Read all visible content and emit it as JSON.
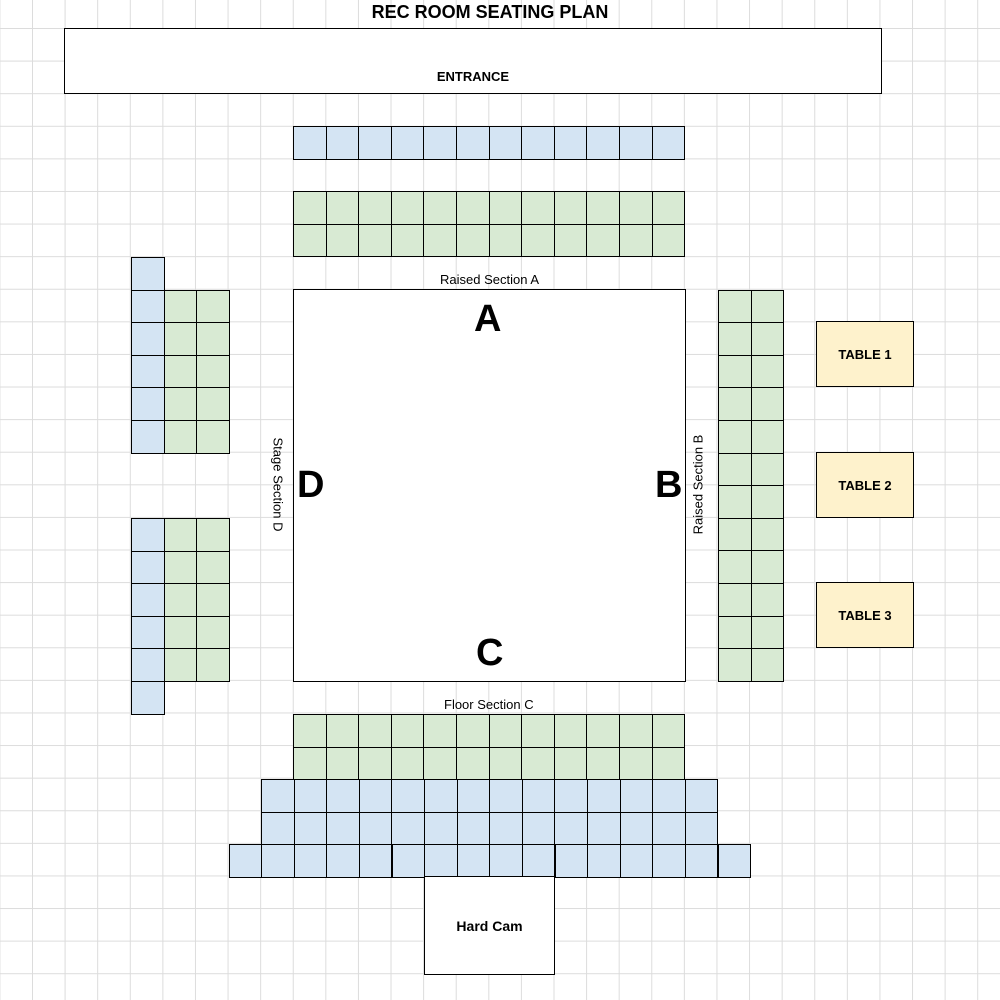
{
  "title": "REC ROOM SEATING PLAN",
  "entrance_label": "ENTRANCE",
  "stage": {
    "letters": {
      "a": "A",
      "b": "B",
      "c": "C",
      "d": "D"
    },
    "labels": {
      "a": "Raised Section A",
      "b": "Raised Section B",
      "c": "Floor Section C",
      "d": "Stage Section D"
    }
  },
  "tables": [
    "TABLE 1",
    "TABLE 2",
    "TABLE 3"
  ],
  "hard_cam_label": "Hard Cam",
  "colors": {
    "blue_seat": "#d4e4f3",
    "green_seat": "#d8ead3",
    "table": "#fef2cc",
    "grid": "#dcdcdc"
  }
}
